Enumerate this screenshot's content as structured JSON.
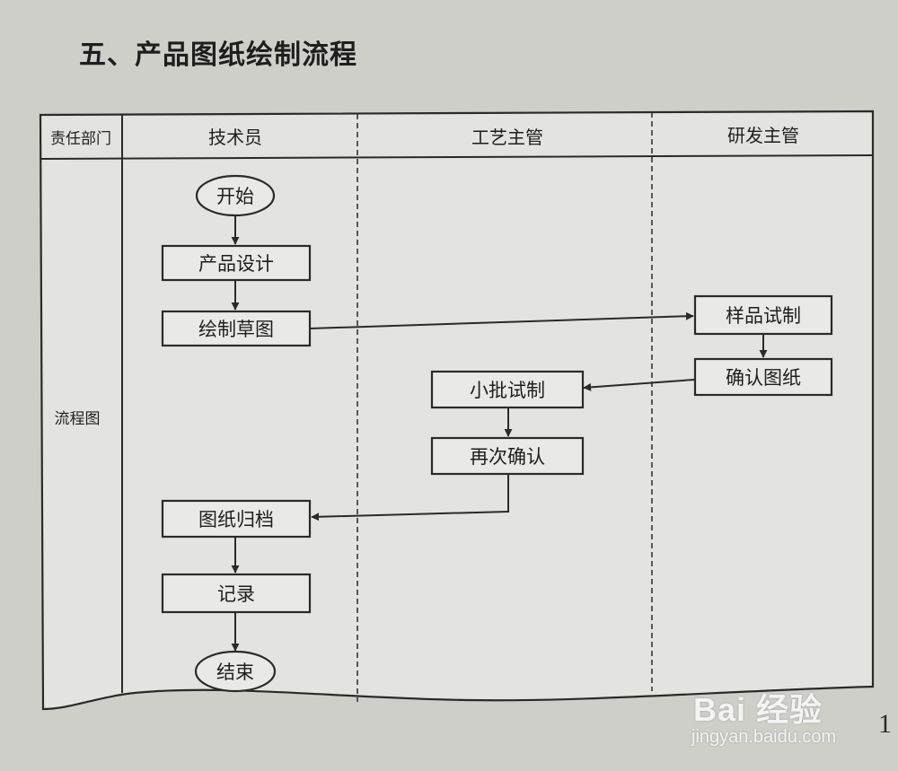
{
  "title": "五、产品图纸绘制流程",
  "header": {
    "dept_label": "责任部门",
    "lanes": [
      "技术员",
      "工艺主管",
      "研发主管"
    ]
  },
  "row_label": "流程图",
  "nodes": {
    "start": "开始",
    "design": "产品设计",
    "sketch": "绘制草图",
    "sample": "样品试制",
    "confirm": "确认图纸",
    "pilot": "小批试制",
    "reconfirm": "再次确认",
    "archive": "图纸归档",
    "record": "记录",
    "end": "结束"
  },
  "watermark": {
    "brand": "Bai 经验",
    "url": "jingyan.baidu.com"
  },
  "page_number": "1"
}
